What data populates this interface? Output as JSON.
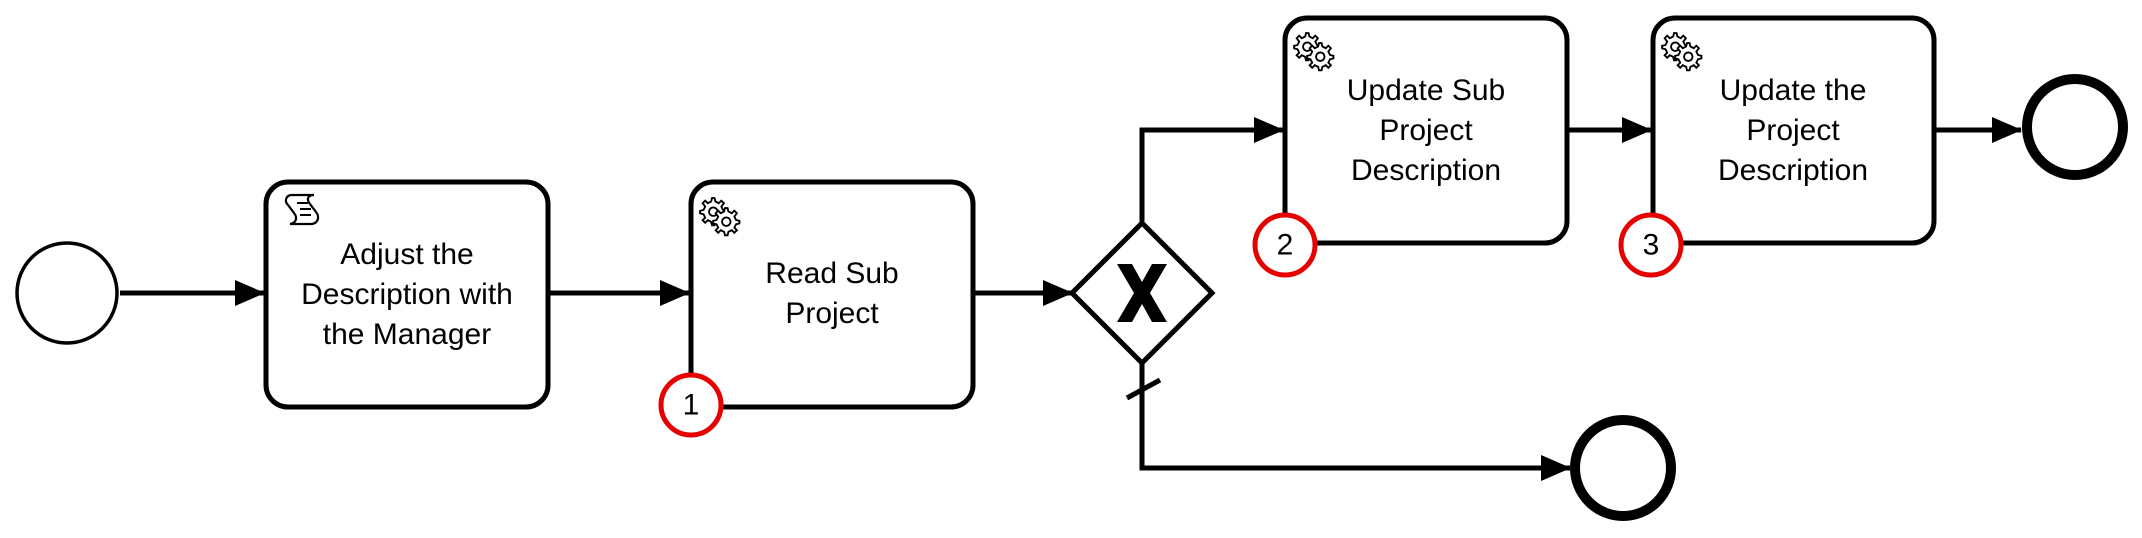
{
  "tasks": [
    {
      "id": "adjust",
      "type": "script",
      "icon": "script-icon",
      "lines": [
        "Adjust the",
        "Description with",
        "the Manager"
      ]
    },
    {
      "id": "read",
      "type": "service",
      "icon": "gear-icon",
      "lines": [
        "Read Sub",
        "Project"
      ]
    },
    {
      "id": "update_sub",
      "type": "service",
      "icon": "gear-icon",
      "lines": [
        "Update Sub",
        "Project",
        "Description"
      ]
    },
    {
      "id": "update_project",
      "type": "service",
      "icon": "gear-icon",
      "lines": [
        "Update the",
        "Project",
        "Description"
      ]
    }
  ],
  "markers": [
    "1",
    "2",
    "3"
  ],
  "gateway": {
    "type": "exclusive",
    "symbol": "X"
  },
  "colors": {
    "marker": "#e60000",
    "stroke": "#000000",
    "fill": "#ffffff"
  }
}
